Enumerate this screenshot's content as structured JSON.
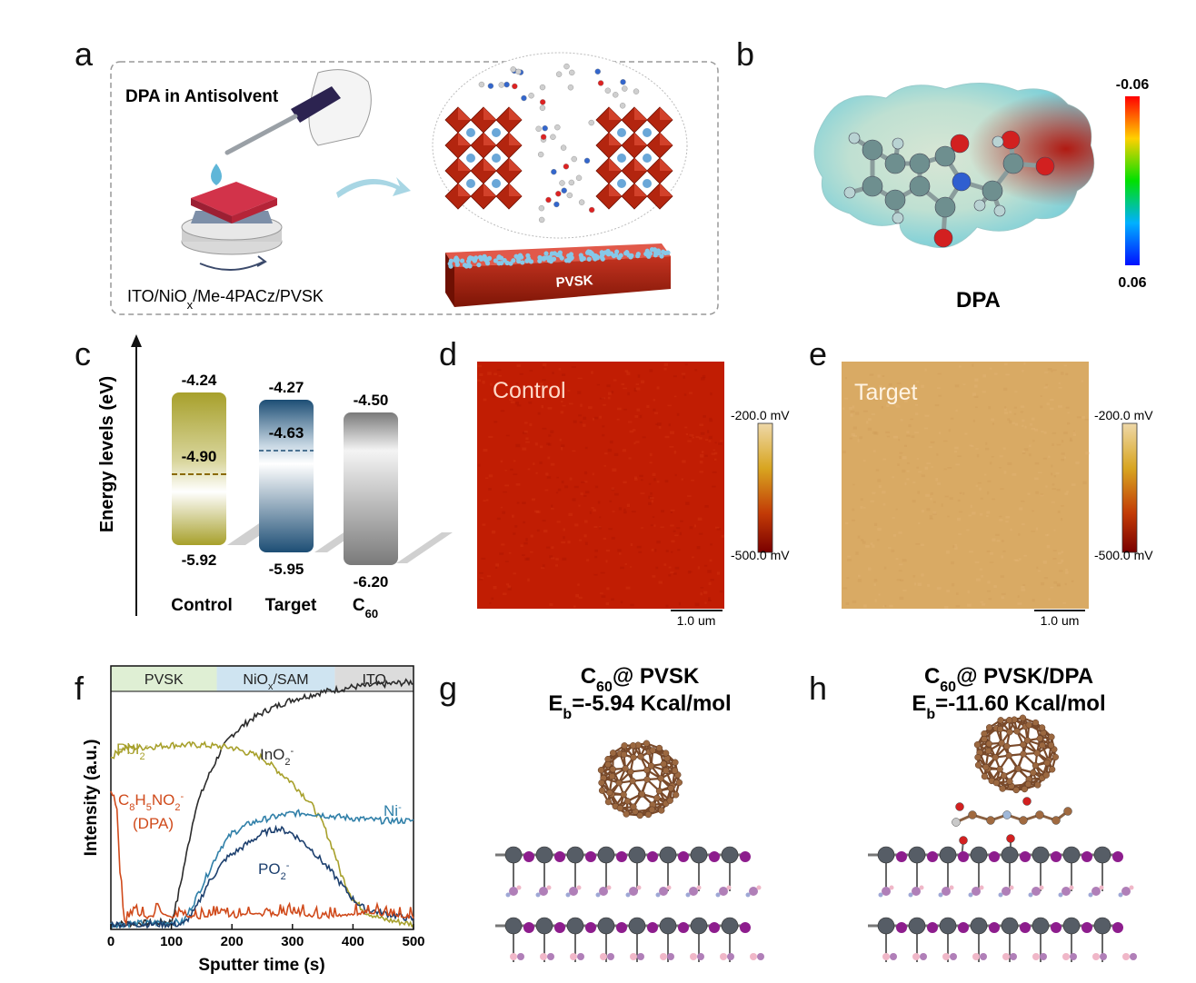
{
  "panel_letters": {
    "a": "a",
    "b": "b",
    "c": "c",
    "d": "d",
    "e": "e",
    "f": "f",
    "g": "g",
    "h": "h"
  },
  "panel_a": {
    "dpa_label": "DPA in Antisolvent",
    "stack_label_1": "ITO/NiO",
    "stack_label_sub": "x",
    "stack_label_2": "/Me-4PACz/PVSK",
    "film_label": "PVSK"
  },
  "panel_b": {
    "molecule_label": "DPA",
    "scale_top": "-0.06",
    "scale_bottom": "0.06"
  },
  "panel_c": {
    "ylabel": "Energy levels (eV)",
    "bars": [
      {
        "name": "Control",
        "cb": "-4.24",
        "fermi": "-4.90",
        "vb": "-5.92",
        "color": "#a7a02b"
      },
      {
        "name": "Target",
        "cb": "-4.27",
        "fermi": "-4.63",
        "vb": "-5.95",
        "color": "#1d4e75"
      },
      {
        "name_main": "C",
        "name_sub": "60",
        "cb": "-4.50",
        "vb": "-6.20",
        "color": "#7a7a7a"
      }
    ]
  },
  "panel_d": {
    "label": "Control",
    "scale_max": "-200.0 mV",
    "scale_min": "-500.0 mV",
    "scalebar": "1.0 um",
    "color": "#c11d03"
  },
  "panel_e": {
    "label": "Target",
    "scale_max": "-200.0 mV",
    "scale_min": "-500.0 mV",
    "scalebar": "1.0 um",
    "color": "#d9aa64"
  },
  "chart_data": {
    "type": "line",
    "xlabel": "Sputter time (s)",
    "ylabel": "Intensity (a.u.)",
    "xlim": [
      0,
      500
    ],
    "x_ticks": [
      "0",
      "100",
      "200",
      "300",
      "400",
      "500"
    ],
    "regions": [
      {
        "label": "PVSK",
        "from": 0,
        "to": 175,
        "color": "#dfefd4"
      },
      {
        "label_main": "NiO",
        "label_sub": "x",
        "label_tail": "/SAM",
        "from": 175,
        "to": 370,
        "color": "#cfe4f1"
      },
      {
        "label": "ITO",
        "from": 370,
        "to": 500,
        "color": "#dcdcdc"
      }
    ],
    "series": [
      {
        "label_main": "InO",
        "label_sub": "2",
        "label_sup": "-",
        "color": "#2b2b2b",
        "x": [
          0,
          100,
          110,
          125,
          140,
          160,
          180,
          200,
          230,
          260,
          300,
          350,
          400,
          450,
          500
        ],
        "y": [
          0.02,
          0.03,
          0.12,
          0.3,
          0.48,
          0.6,
          0.7,
          0.77,
          0.83,
          0.87,
          0.91,
          0.94,
          0.96,
          0.97,
          0.98
        ]
      },
      {
        "label_main": "PbI",
        "label_sub": "2",
        "label_sup": "-",
        "color": "#a7a02b",
        "x": [
          0,
          10,
          25,
          50,
          100,
          150,
          200,
          250,
          300,
          330,
          350,
          370,
          380,
          400,
          420,
          450,
          500
        ],
        "y": [
          0.68,
          0.7,
          0.72,
          0.72,
          0.73,
          0.73,
          0.72,
          0.68,
          0.58,
          0.5,
          0.42,
          0.3,
          0.22,
          0.12,
          0.07,
          0.04,
          0.02
        ]
      },
      {
        "label_main": "Ni",
        "label_sup": "-",
        "color": "#2f7fa8",
        "x": [
          0,
          120,
          140,
          160,
          180,
          200,
          230,
          260,
          300,
          330,
          360,
          400,
          450,
          500
        ],
        "y": [
          0.02,
          0.03,
          0.12,
          0.22,
          0.32,
          0.38,
          0.42,
          0.44,
          0.46,
          0.46,
          0.45,
          0.44,
          0.43,
          0.43
        ]
      },
      {
        "label_main": "PO",
        "label_sub": "2",
        "label_sup": "-",
        "color": "#1c3f6e",
        "x": [
          0,
          120,
          140,
          160,
          190,
          220,
          250,
          275,
          300,
          330,
          360,
          380,
          400,
          420,
          440,
          460,
          500
        ],
        "y": [
          0.02,
          0.02,
          0.08,
          0.18,
          0.28,
          0.33,
          0.38,
          0.4,
          0.38,
          0.32,
          0.24,
          0.18,
          0.12,
          0.08,
          0.07,
          0.06,
          0.04
        ]
      },
      {
        "label_main": "C",
        "label_sub": "8",
        "label_main2": "H",
        "label_sub2": "5",
        "label_main3": "NO",
        "label_sub3": "2",
        "label_sup": "-",
        "label_line2": "(DPA)",
        "color": "#d04a1b",
        "x": [
          0,
          5,
          10,
          15,
          20,
          25,
          30,
          40,
          60,
          80,
          100,
          120,
          150,
          180,
          200,
          230,
          260,
          300,
          340,
          380,
          420,
          460,
          500
        ],
        "y": [
          0.55,
          0.55,
          0.45,
          0.25,
          0.1,
          0.04,
          0.05,
          0.06,
          0.04,
          0.06,
          0.04,
          0.05,
          0.04,
          0.06,
          0.04,
          0.06,
          0.05,
          0.06,
          0.04,
          0.05,
          0.06,
          0.05,
          0.04
        ]
      }
    ]
  },
  "panel_g": {
    "title_main": "C",
    "title_sub": "60",
    "title_rest": "@ PVSK",
    "energy_main": "E",
    "energy_sub": "b",
    "energy_rest": "=-5.94 Kcal/mol"
  },
  "panel_h": {
    "title_main": "C",
    "title_sub": "60",
    "title_rest": "@ PVSK/DPA",
    "energy_main": "E",
    "energy_sub": "b",
    "energy_rest": "=-11.60 Kcal/mol"
  }
}
